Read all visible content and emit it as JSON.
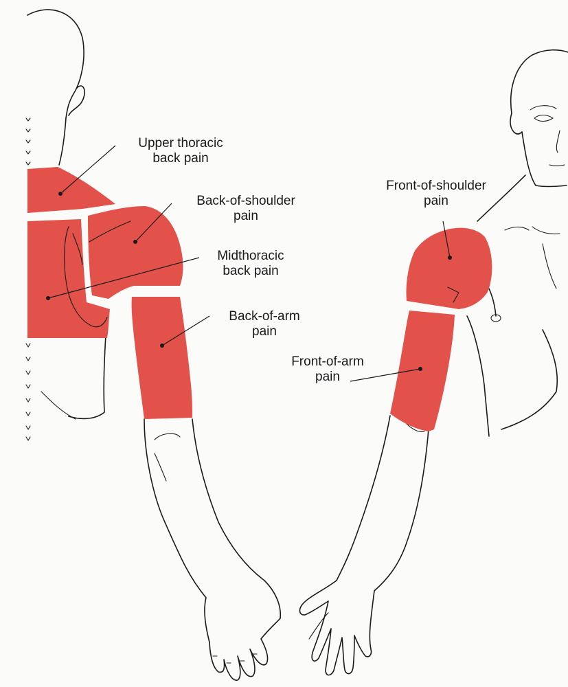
{
  "diagram": {
    "zone_color": "#e2524a",
    "line_color": "#1a1a1a",
    "labels": {
      "upper_thoracic": [
        "Upper thoracic",
        "back pain"
      ],
      "back_shoulder": [
        "Back-of-shoulder",
        "pain"
      ],
      "midthoracic": [
        "Midthoracic",
        "back pain"
      ],
      "back_arm": [
        "Back-of-arm",
        "pain"
      ],
      "front_shoulder": [
        "Front-of-shoulder",
        "pain"
      ],
      "front_arm": [
        "Front-of-arm",
        "pain"
      ]
    }
  }
}
